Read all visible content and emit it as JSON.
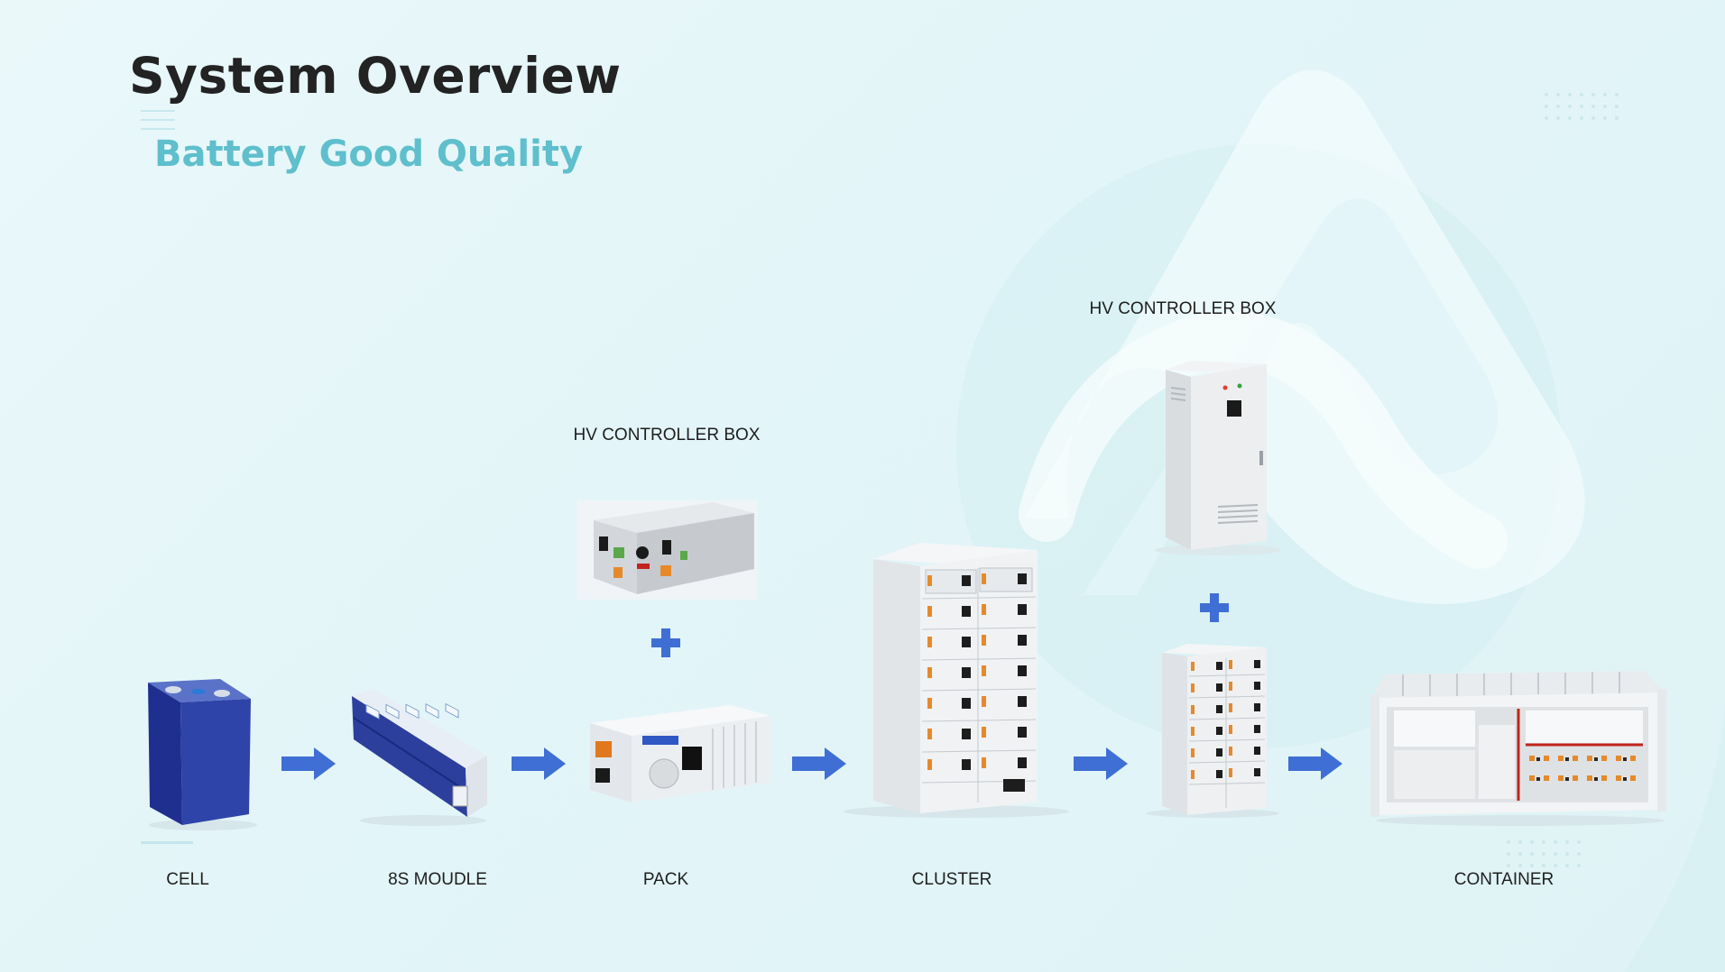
{
  "header": {
    "title": "System Overview",
    "subtitle": "Battery Good Quality"
  },
  "diagram": {
    "stages": [
      {
        "id": "cell",
        "label": "CELL"
      },
      {
        "id": "module",
        "label": "8S MOUDLE"
      },
      {
        "id": "pack",
        "label": "PACK"
      },
      {
        "id": "cluster",
        "label": "CLUSTER"
      },
      {
        "id": "container",
        "label": "CONTAINER"
      }
    ],
    "controllers": [
      {
        "id": "pack-controller",
        "label": "HV CONTROLLER BOX"
      },
      {
        "id": "cluster-controller",
        "label": "HV CONTROLLER BOX"
      }
    ]
  },
  "colors": {
    "arrow": "#3f6fd4",
    "plus": "#3f6fd4",
    "title": "#232323",
    "subtitle": "#5fbfcc"
  }
}
